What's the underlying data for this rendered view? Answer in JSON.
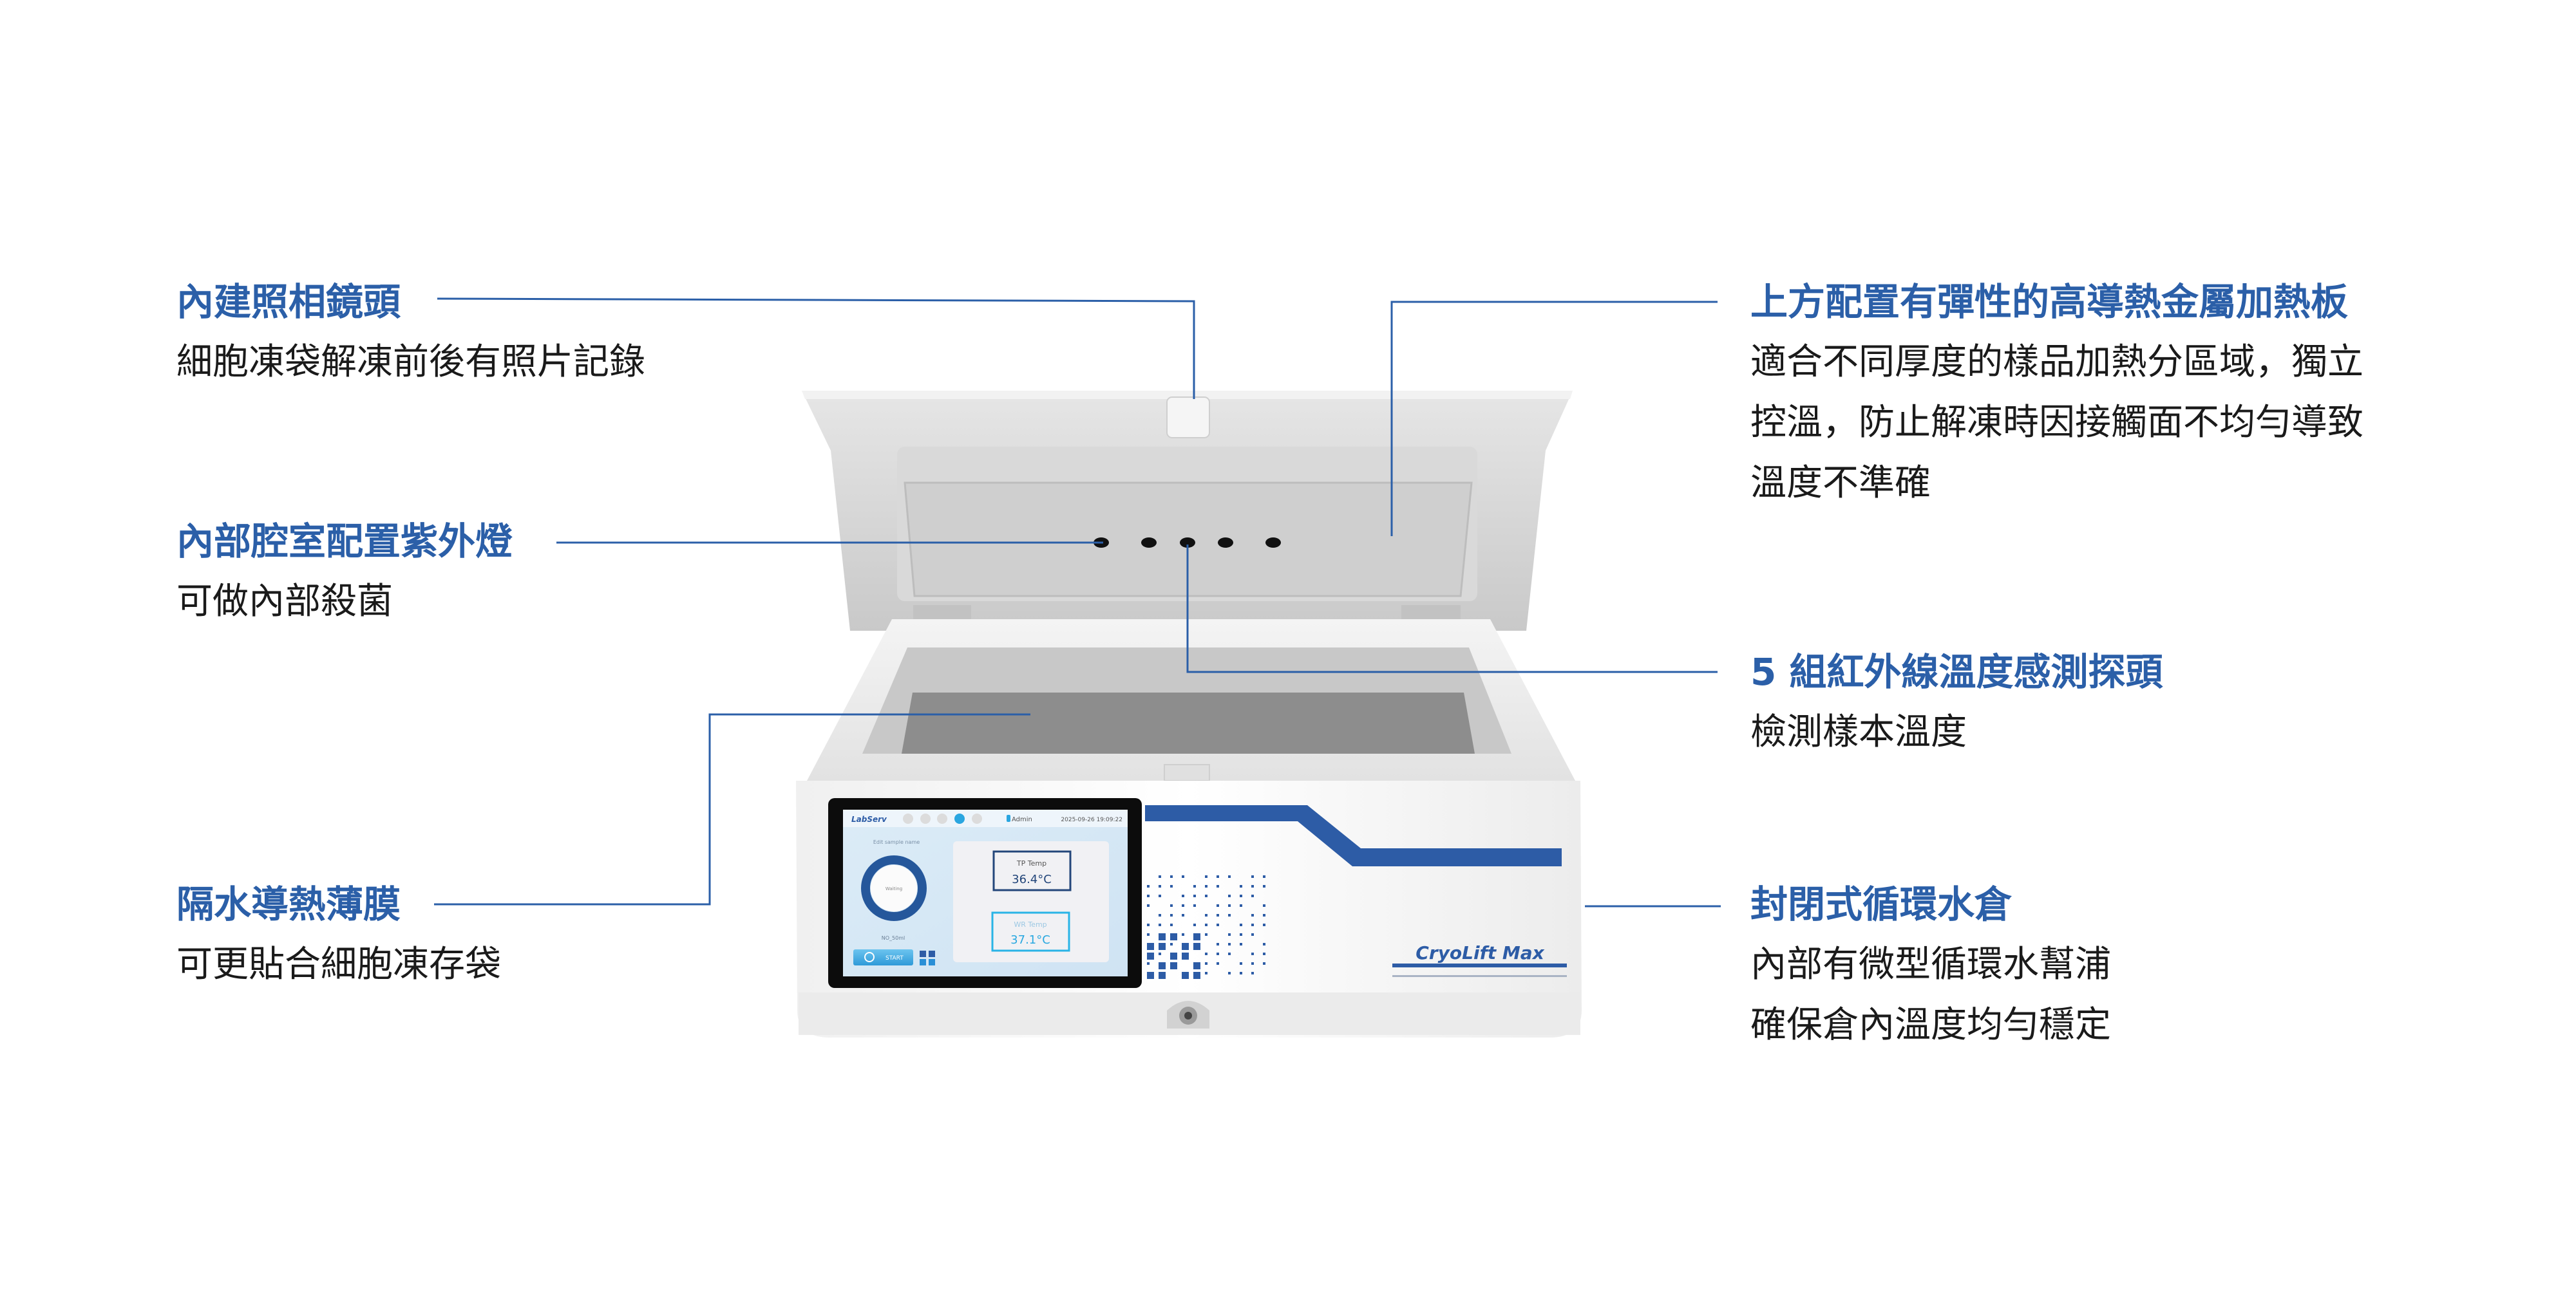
{
  "annotations": {
    "camera": {
      "title": "內建照相鏡頭",
      "lines": [
        "細胞凍袋解凍前後有照片記錄"
      ]
    },
    "uv_lamp": {
      "title": "內部腔室配置紫外燈",
      "lines": [
        "可做內部殺菌"
      ]
    },
    "membrane": {
      "title": "隔水導熱薄膜",
      "lines": [
        "可更貼合細胞凍存袋"
      ]
    },
    "heating_plate": {
      "title": "上方配置有彈性的高導熱金屬加熱板",
      "lines": [
        "適合不同厚度的樣品加熱分區域，獨立",
        "控溫，防止解凍時因接觸面不均勻導致",
        "溫度不準確"
      ]
    },
    "ir_probes": {
      "title": "5 組紅外線溫度感測探頭",
      "lines": [
        "檢測樣本溫度"
      ]
    },
    "water_tank": {
      "title": "封閉式循環水倉",
      "lines": [
        "內部有微型循環水幫浦",
        "確保倉內溫度均勻穩定"
      ]
    }
  },
  "device": {
    "model_name": "CryoLift Max",
    "screen": {
      "logo": "LabServ",
      "user": "Admin",
      "datetime": "2025-09-26  19:09:22",
      "sample_label": "Edit sample name",
      "status": "Waiting",
      "volume": "NO_50ml",
      "start_label": "START",
      "tp_label": "TP Temp",
      "tp_value": "36.4°C",
      "wr_label": "WR Temp",
      "wr_value": "37.1°C"
    }
  },
  "colors": {
    "accent": "#2b5fa8",
    "text": "#1a1a1a",
    "screen_cyan": "#29a8e0"
  }
}
